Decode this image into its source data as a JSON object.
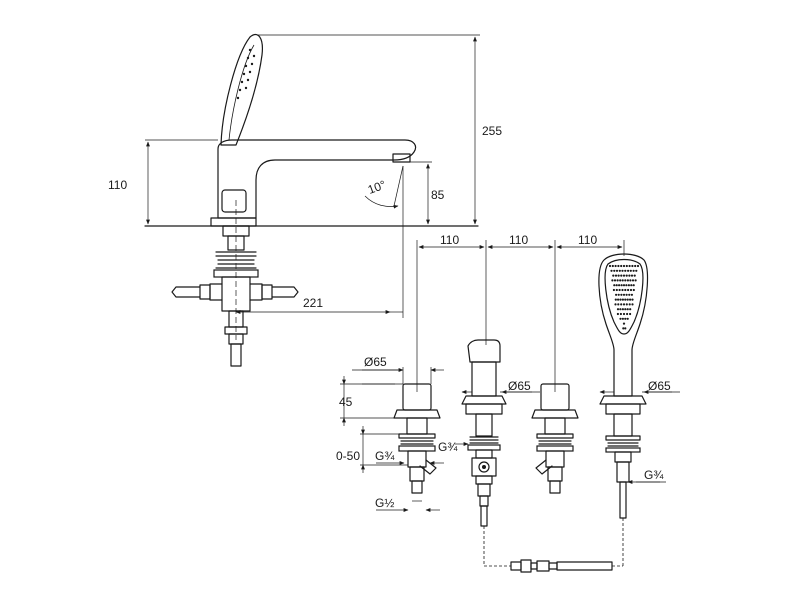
{
  "dimensions": {
    "total_height": "255",
    "spout_height": "110",
    "spout_clearance": "85",
    "spout_angle": "10°",
    "spout_reach": "221",
    "spacing_1": "110",
    "spacing_2": "110",
    "spacing_3": "110",
    "diameter_valve": "Ø65",
    "diameter_spout": "Ø65",
    "diameter_shower": "Ø65",
    "valve_height": "45",
    "deck_thickness": "0-50",
    "thread_valve": "G¾",
    "thread_spout": "G¾",
    "thread_shower": "G¾",
    "thread_outlet": "G½"
  }
}
